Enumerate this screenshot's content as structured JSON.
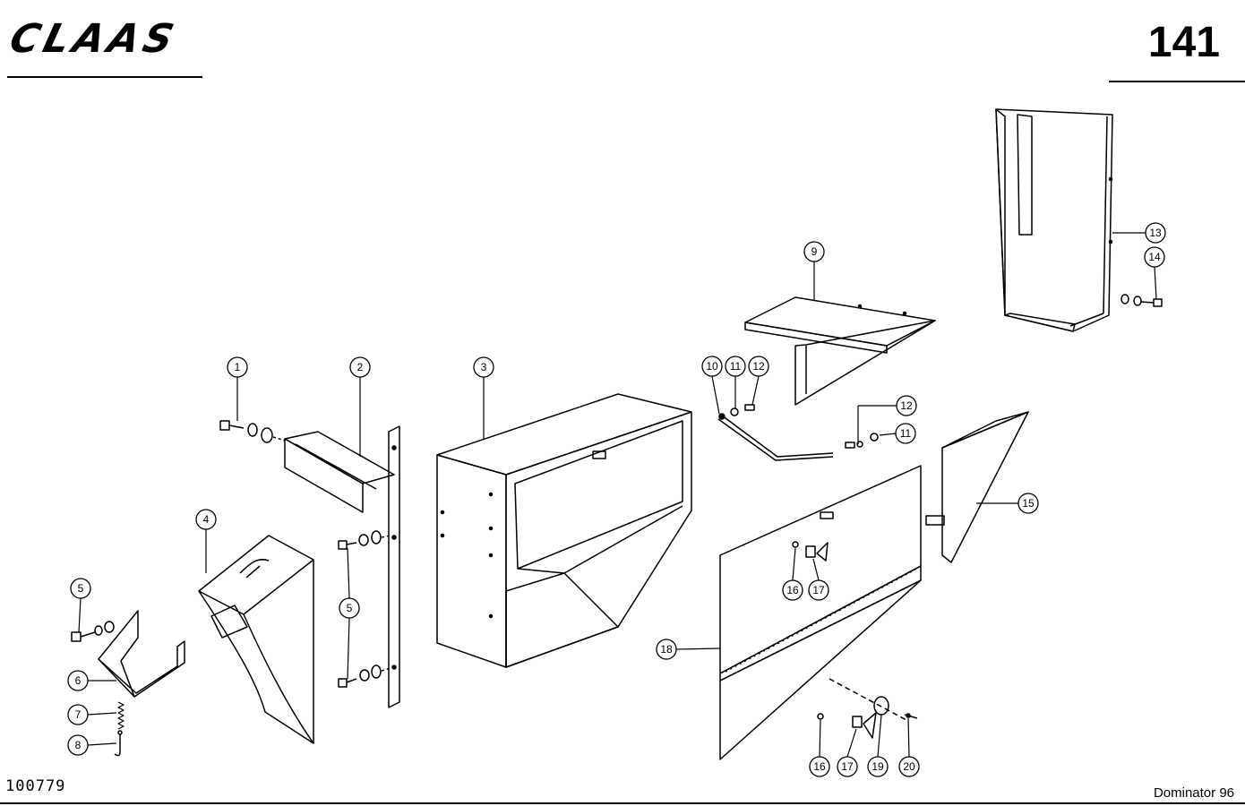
{
  "header": {
    "brand": "CLAAS",
    "page_number": "141"
  },
  "footer": {
    "drawing_number": "100779",
    "model": "Dominator 96"
  },
  "callouts": [
    {
      "id": "c1",
      "label": "1"
    },
    {
      "id": "c2",
      "label": "2"
    },
    {
      "id": "c3",
      "label": "3"
    },
    {
      "id": "c4",
      "label": "4"
    },
    {
      "id": "c5a",
      "label": "5"
    },
    {
      "id": "c5b",
      "label": "5"
    },
    {
      "id": "c6",
      "label": "6"
    },
    {
      "id": "c7",
      "label": "7"
    },
    {
      "id": "c8",
      "label": "8"
    },
    {
      "id": "c9",
      "label": "9"
    },
    {
      "id": "c10",
      "label": "10"
    },
    {
      "id": "c11a",
      "label": "11"
    },
    {
      "id": "c12a",
      "label": "12"
    },
    {
      "id": "c12b",
      "label": "12"
    },
    {
      "id": "c11b",
      "label": "11"
    },
    {
      "id": "c13",
      "label": "13"
    },
    {
      "id": "c14",
      "label": "14"
    },
    {
      "id": "c15",
      "label": "15"
    },
    {
      "id": "c16a",
      "label": "16"
    },
    {
      "id": "c17a",
      "label": "17"
    },
    {
      "id": "c18",
      "label": "18"
    },
    {
      "id": "c16b",
      "label": "16"
    },
    {
      "id": "c17b",
      "label": "17"
    },
    {
      "id": "c19",
      "label": "19"
    },
    {
      "id": "c20",
      "label": "20"
    }
  ]
}
